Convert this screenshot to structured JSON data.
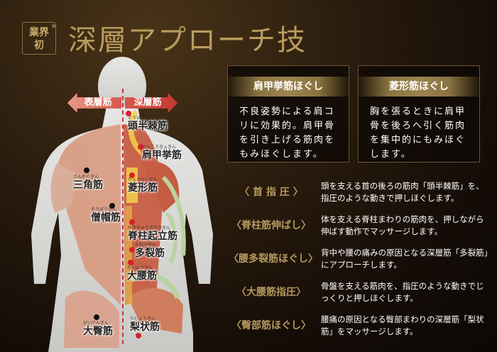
{
  "header": {
    "badge": "業界初",
    "badge_note": "※",
    "title": "深層アプローチ技"
  },
  "figure": {
    "arrows": {
      "surface": "表層筋",
      "deep": "深層筋"
    },
    "muscles": [
      {
        "name": "頭半棘筋",
        "ruby": "とうはんきょくきん",
        "layer": "deep"
      },
      {
        "name": "肩甲挙筋",
        "ruby": "けんこうきょきん",
        "layer": "deep"
      },
      {
        "name": "菱形筋",
        "ruby": "りょうけいきん",
        "layer": "deep"
      },
      {
        "name": "三角筋",
        "ruby": "さんかくきん",
        "layer": "surface"
      },
      {
        "name": "僧帽筋",
        "ruby": "そうぼうきん",
        "layer": "surface"
      },
      {
        "name": "脊柱起立筋",
        "ruby": "せきちゅうきりつきん",
        "layer": "deep"
      },
      {
        "name": "多裂筋",
        "ruby": "たれつきん",
        "layer": "deep"
      },
      {
        "name": "大腰筋",
        "ruby": "だいようきん",
        "layer": "deep"
      },
      {
        "name": "大臀筋",
        "ruby": "だいでんきん",
        "layer": "surface"
      },
      {
        "name": "梨状筋",
        "ruby": "りじょうきん",
        "layer": "deep"
      }
    ],
    "colors": {
      "deep_dot": "#d8202a",
      "surface_dot": "#111111",
      "divider": "#c8303a"
    }
  },
  "boxes": [
    {
      "title": "肩甲挙筋ほぐし",
      "body": "不良姿勢による肩コリに効果的。肩甲骨を引き上げる筋肉をもみほぐします。"
    },
    {
      "title": "菱形筋ほぐし",
      "body": "胸を張るときに肩甲骨を後ろへ引く筋肉を集中的にもみほぐします。"
    }
  ],
  "techniques": [
    {
      "name": "〈 首 指 圧 〉",
      "desc": "頭を支える首の後ろの筋肉「頭半棘筋」を、指圧のような動きで押しほぐします。"
    },
    {
      "name": "〈脊柱筋伸ばし〉",
      "desc": "体を支える脊柱まわりの筋肉を、押しながら伸ばす動作でマッサージします。"
    },
    {
      "name": "〈腰多裂筋ほぐし〉",
      "desc": "背中や腰の痛みの原因となる深層筋「多裂筋」にアプローチします。"
    },
    {
      "name": "〈大腰筋指圧〉",
      "desc": "骨盤を支える筋肉を、指圧のような動きでじっくりと押しほぐします。"
    },
    {
      "name": "〈臀部筋ほぐし〉",
      "desc": "腰痛の原因となる臀部まわりの深層筋「梨状筋」をマッサージします。"
    }
  ],
  "colors": {
    "gold": "#b99c5e",
    "background": "#1a1109"
  }
}
